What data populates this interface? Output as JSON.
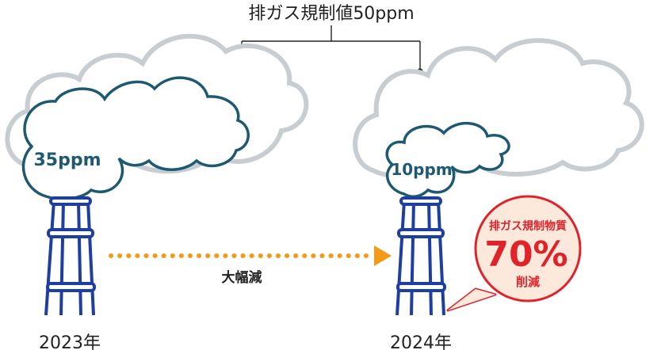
{
  "limit_label": "排ガス規制値50ppm",
  "left": {
    "value_label": "35ppm",
    "year": "2023年"
  },
  "right": {
    "value_label": "10ppm",
    "year": "2024年"
  },
  "arrow_label": "大幅減",
  "badge": {
    "line1": "排ガス規制物質",
    "percent": "70%",
    "line3": "削減"
  },
  "colors": {
    "limit_cloud": "#c8cdd2",
    "emission_cloud": "#1d5a72",
    "emission_text": "#1d5a72",
    "chimney": "#1e3fa0",
    "arrow": "#f39a1b",
    "badge_stroke": "#e0222a",
    "badge_fill": "#fde9dc",
    "badge_text": "#e0222a",
    "text": "#222222"
  }
}
